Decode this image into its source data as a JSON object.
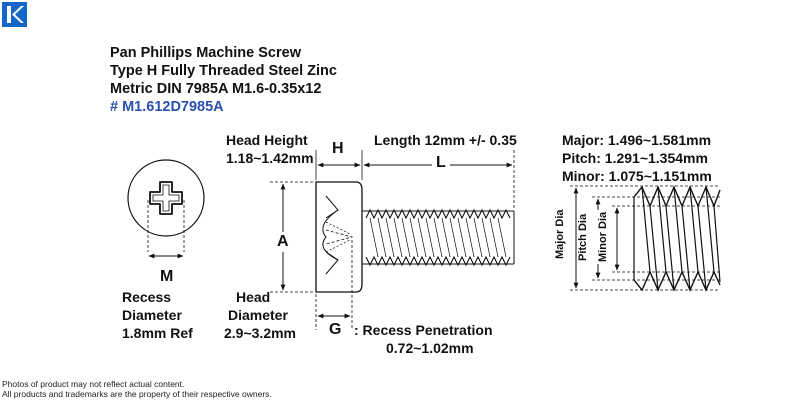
{
  "brand": {
    "logo_icon": "k-logo-icon",
    "color": "#1466c8"
  },
  "title": {
    "line1": "Pan Phillips Machine Screw",
    "line2": "Type H Fully Threaded Steel Zinc",
    "line3": "Metric DIN 7985A M1.6-0.35x12",
    "part_number": "# M1.612D7985A",
    "part_number_color": "#2a4fb0"
  },
  "labels": {
    "head_height_title": "Head Height",
    "head_height_value": "1.18~1.42mm",
    "H": "H",
    "length": "Length 12mm +/- 0.35",
    "L": "L",
    "A": "A",
    "M": "M",
    "G": "G",
    "recess_diameter_1": "Recess",
    "recess_diameter_2": "Diameter",
    "recess_diameter_3": "1.8mm Ref",
    "head_diameter_1": "Head",
    "head_diameter_2": "Diameter",
    "head_diameter_3": "2.9~3.2mm",
    "recess_penetration_1": ": Recess Penetration",
    "recess_penetration_2": "0.72~1.02mm",
    "major": "Major: 1.496~1.581mm",
    "pitch": "Pitch:  1.291~1.354mm",
    "minor": "Minor: 1.075~1.151mm",
    "major_dia": "Major Dia",
    "pitch_dia": "Pitch Dia",
    "minor_dia": "Minor Dia"
  },
  "footer": {
    "line1": "Photos of product may not reflect actual content.",
    "line2": "All products and trademarks are the property of their respective owners."
  }
}
